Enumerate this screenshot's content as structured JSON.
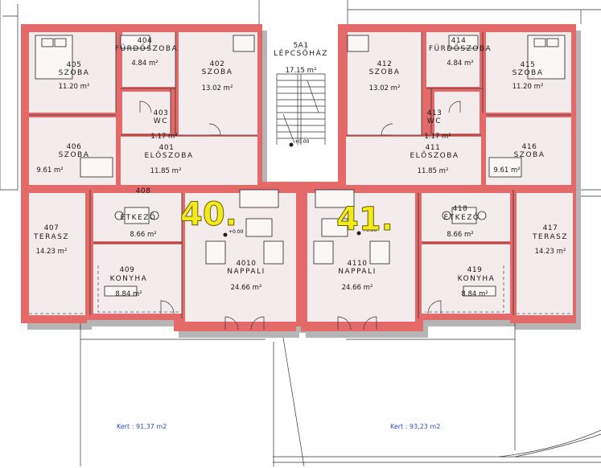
{
  "rooms": {
    "r404": {
      "num": "404",
      "name": "FÜRDŐSZOBA",
      "area": "4.84 m²"
    },
    "r405": {
      "num": "405",
      "name": "SZOBA",
      "area": "11.20 m²"
    },
    "r402": {
      "num": "402",
      "name": "SZOBA",
      "area": "13.02 m²"
    },
    "r403": {
      "num": "403",
      "name": "WC",
      "area": "1.17 m²"
    },
    "r406": {
      "num": "406",
      "name": "SZOBA",
      "area": "9.61 m²"
    },
    "r401": {
      "num": "401",
      "name": "ELŐSZOBA",
      "area": "11.85 m²"
    },
    "r408": {
      "num": "408",
      "name": "ÉTKEZŐ",
      "area": "8.66 m²"
    },
    "r407": {
      "num": "407",
      "name": "TERASZ",
      "area": "14.23 m²"
    },
    "r409": {
      "num": "409",
      "name": "KONYHA",
      "area": "8.84 m²"
    },
    "r4010": {
      "num": "4010",
      "name": "NAPPALI",
      "area": "24.66 m²"
    },
    "r5a1": {
      "num": "5A1",
      "name": "LÉPCSŐHÁZ",
      "area": "17.15 m²"
    },
    "r414": {
      "num": "414",
      "name": "FÜRDŐSZOBA",
      "area": "4.84 m²"
    },
    "r412": {
      "num": "412",
      "name": "SZOBA",
      "area": "13.02 m²"
    },
    "r415": {
      "num": "415",
      "name": "SZOBA",
      "area": "11.20 m²"
    },
    "r413": {
      "num": "413",
      "name": "WC",
      "area": "1.17 m²"
    },
    "r411": {
      "num": "411",
      "name": "ELŐSZOBA",
      "area": "11.85 m²"
    },
    "r416": {
      "num": "416",
      "name": "SZOBA",
      "area": "9.61 m²"
    },
    "r418": {
      "num": "418",
      "name": "ÉTKEZŐ",
      "area": "8.66 m²"
    },
    "r417": {
      "num": "417",
      "name": "TERASZ",
      "area": "14.23 m²"
    },
    "r419": {
      "num": "419",
      "name": "KONYHA",
      "area": "8.84 m²"
    },
    "r4110": {
      "num": "4110",
      "name": "NAPPALI",
      "area": "24.66 m²"
    }
  },
  "apartments": {
    "left": "40.",
    "right": "41."
  },
  "gardens": {
    "left": "Kert : 91,37 m2",
    "right": "Kert : 93,23 m2"
  },
  "level_marks": {
    "stair": "+0.00",
    "left": "+0.00",
    "right": "+0.00"
  },
  "colors": {
    "wall": "#e46a6a",
    "room_fill": "#f4ecec",
    "stair_fill": "#ffffff",
    "label": "#f2ea1c",
    "garden_text": "#2d4fbf"
  }
}
